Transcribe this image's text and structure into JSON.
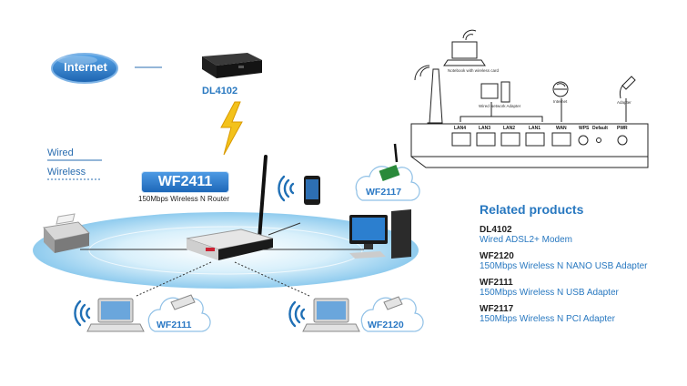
{
  "network": {
    "internet_label": "Internet",
    "modem_label": "DL4102",
    "router_label": "WF2411",
    "router_subtitle": "150Mbps Wireless N Router",
    "legend": {
      "wired": "Wired",
      "wireless": "Wireless"
    },
    "clouds": {
      "pci": "WF2117",
      "usb": "WF2111",
      "nano": "WF2120"
    }
  },
  "router_back": {
    "ports": [
      "LAN4",
      "LAN3",
      "LAN2",
      "LAN1",
      "WAN",
      "WPS",
      "Default",
      "PWR"
    ],
    "device_notes": {
      "notebook": "Notebook with wireless card",
      "desktop": "Wired Network Adapter",
      "internet": "Internet",
      "adapter": "Adapter"
    }
  },
  "related": {
    "title": "Related products",
    "items": [
      {
        "code": "DL4102",
        "desc": "Wired ADSL2+ Modem"
      },
      {
        "code": "WF2120",
        "desc": "150Mbps Wireless N NANO USB Adapter"
      },
      {
        "code": "WF2111",
        "desc": "150Mbps Wireless N USB Adapter"
      },
      {
        "code": "WF2117",
        "desc": "150Mbps Wireless N PCI Adapter"
      }
    ]
  },
  "colors": {
    "accent": "#2878c0",
    "internet_bubble": "#2e7fc9",
    "router_label_bg": "#2f7fd0",
    "lightning": "#f3c21b",
    "disc": "#bfe3f7"
  }
}
